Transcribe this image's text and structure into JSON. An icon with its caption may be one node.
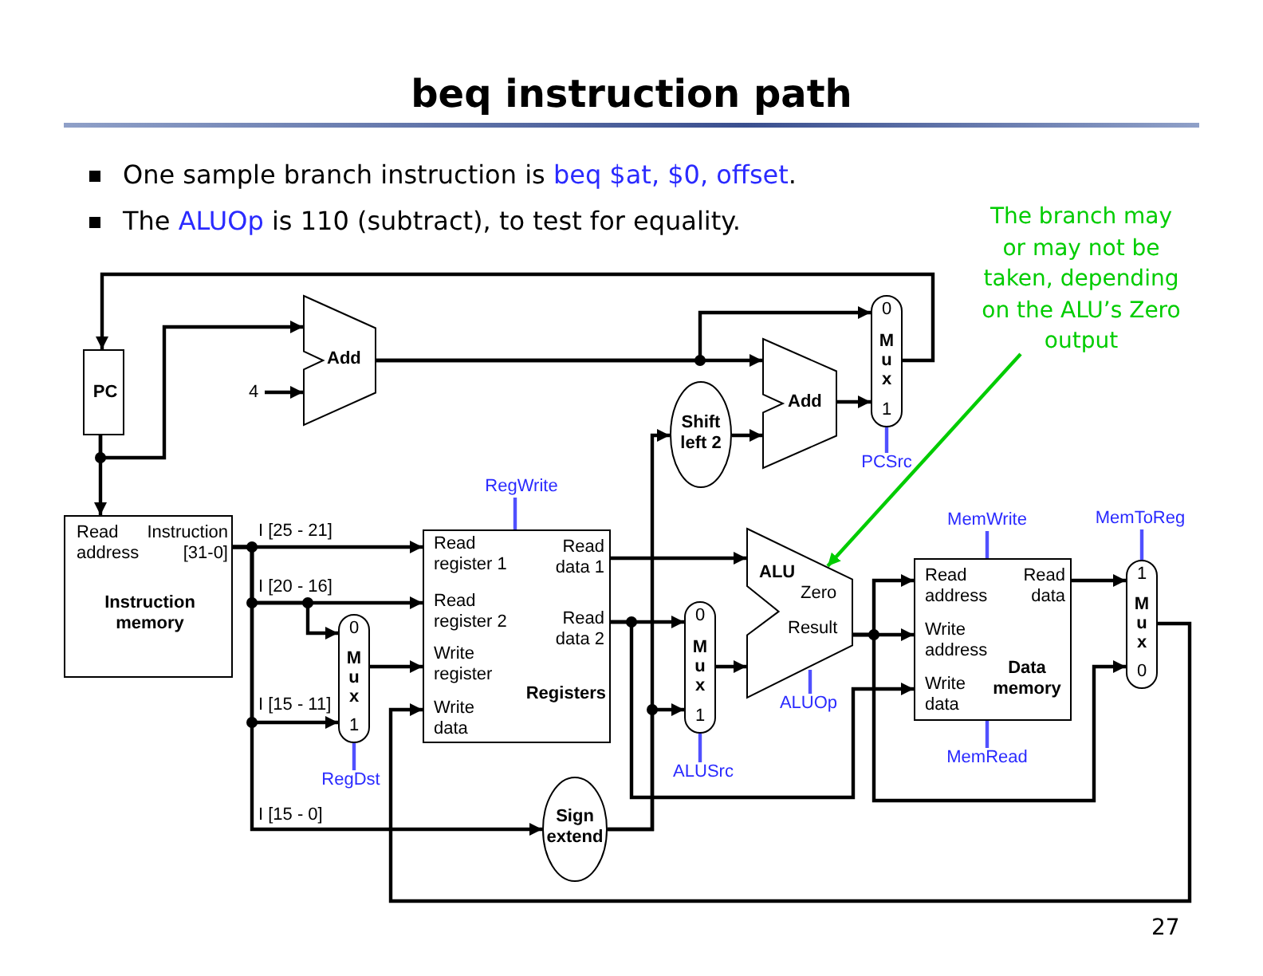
{
  "diagram": {
    "title": "beq instruction path",
    "nodes": [
      {
        "text": [
          "PC"
        ]
      },
      {
        "text": [
          "Add"
        ]
      },
      {
        "text": [
          "4"
        ]
      },
      {
        "text": [
          "0",
          "Mux",
          "1"
        ]
      },
      {
        "text": [
          "Shift left 2"
        ]
      },
      {
        "text": [
          "Add"
        ]
      },
      {
        "text": [
          "Read address",
          "Instruction [31-0]",
          "Instruction memory"
        ]
      },
      {
        "text": [
          "Read register 1",
          "Read register 2",
          "Write register",
          "Write data",
          "Read data 1",
          "Read data 2",
          "Registers"
        ]
      },
      {
        "text": [
          "0",
          "Mux",
          "1"
        ]
      },
      {
        "text": [
          "Sign extend"
        ]
      },
      {
        "text": [
          "0",
          "Mux",
          "1"
        ]
      },
      {
        "text": [
          "ALU",
          "Zero",
          "Result"
        ]
      },
      {
        "text": [
          "Read address",
          "Write address",
          "Write data",
          "Read data",
          "Data memory"
        ]
      },
      {
        "text": [
          "1",
          "Mux",
          "0"
        ]
      },
      {
        "text": [
          "The branch may or may not be taken, depending on the ALU’s Zero output"
        ]
      },
      {
        "text": [
          "RegWrite"
        ]
      },
      {
        "text": [
          "PCSrc"
        ]
      },
      {
        "text": [
          "RegDst"
        ]
      },
      {
        "text": [
          "ALUSrc"
        ]
      },
      {
        "text": [
          "ALUOp"
        ]
      },
      {
        "text": [
          "MemWrite"
        ]
      },
      {
        "text": [
          "MemRead"
        ]
      },
      {
        "text": [
          "MemToReg"
        ]
      }
    ],
    "edges": [
      {
        "from": 0,
        "to": 1,
        "arrow": "to"
      },
      {
        "from": 2,
        "to": 1,
        "arrow": "to"
      },
      {
        "from": 1,
        "to": 3,
        "arrow": "to"
      },
      {
        "from": 1,
        "to": 5,
        "arrow": "to"
      },
      {
        "from": 3,
        "to": 0,
        "arrow": "to"
      },
      {
        "from": 4,
        "to": 5,
        "arrow": "to"
      },
      {
        "from": 5,
        "to": 3,
        "arrow": "to"
      },
      {
        "from": 0,
        "to": 6,
        "arrow": "to"
      },
      {
        "from": 6,
        "to": 7,
        "arrow": "to",
        "label": "I [25 - 21]"
      },
      {
        "from": 6,
        "to": 7,
        "arrow": "to",
        "label": "I [20 - 16]"
      },
      {
        "from": 6,
        "to": 8,
        "arrow": "to"
      },
      {
        "from": 6,
        "to": 8,
        "arrow": "to",
        "label": "I [15 - 11]"
      },
      {
        "from": 6,
        "to": 9,
        "arrow": "to",
        "label": "I [15 - 0]"
      },
      {
        "from": 8,
        "to": 7,
        "arrow": "to"
      },
      {
        "from": 7,
        "to": 11,
        "arrow": "to"
      },
      {
        "from": 7,
        "to": 10,
        "arrow": "to"
      },
      {
        "from": 7,
        "to": 12,
        "arrow": "to"
      },
      {
        "from": 9,
        "to": 4,
        "arrow": "to"
      },
      {
        "from": 9,
        "to": 10,
        "arrow": "to"
      },
      {
        "from": 10,
        "to": 11,
        "arrow": "to"
      },
      {
        "from": 11,
        "to": 12,
        "arrow": "to"
      },
      {
        "from": 11,
        "to": 12,
        "arrow": "to"
      },
      {
        "from": 11,
        "to": 13,
        "arrow": "to"
      },
      {
        "from": 12,
        "to": 13,
        "arrow": "to"
      },
      {
        "from": 13,
        "to": 7,
        "arrow": "to"
      },
      {
        "from": 14,
        "to": 11,
        "arrow": "to",
        "color": "#00cc00"
      },
      {
        "from": 15,
        "to": 7,
        "arrow": "none",
        "color": "#5050ff"
      },
      {
        "from": 16,
        "to": 3,
        "arrow": "none",
        "color": "#5050ff"
      },
      {
        "from": 17,
        "to": 8,
        "arrow": "none",
        "color": "#5050ff"
      },
      {
        "from": 18,
        "to": 10,
        "arrow": "none",
        "color": "#5050ff"
      },
      {
        "from": 19,
        "to": 11,
        "arrow": "none",
        "color": "#5050ff"
      },
      {
        "from": 20,
        "to": 12,
        "arrow": "none",
        "color": "#5050ff"
      },
      {
        "from": 21,
        "to": 12,
        "arrow": "none",
        "color": "#5050ff"
      },
      {
        "from": 22,
        "to": 13,
        "arrow": "none",
        "color": "#5050ff"
      }
    ],
    "labels": [
      "One sample branch instruction is **beq $at, $0, offset**.",
      "The **ALUOp** is 110 (subtract), to test for equality.",
      "27"
    ]
  }
}
